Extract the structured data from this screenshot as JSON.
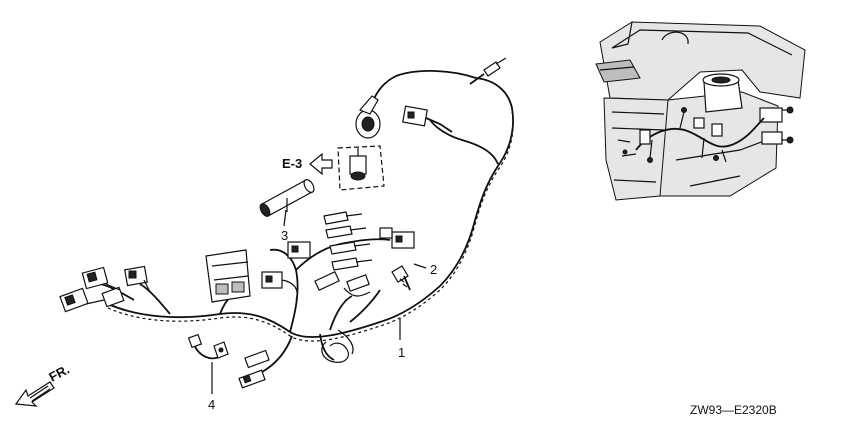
{
  "callouts": {
    "c1": "1",
    "c2": "2",
    "c3": "3",
    "c4": "4"
  },
  "reference": {
    "label": "E-3",
    "arrow_icon": "hollow-left-arrow-icon"
  },
  "front": {
    "label": "FR.",
    "arrow_icon": "hatched-arrow-icon"
  },
  "diagram_code": "ZW93—E2320B"
}
